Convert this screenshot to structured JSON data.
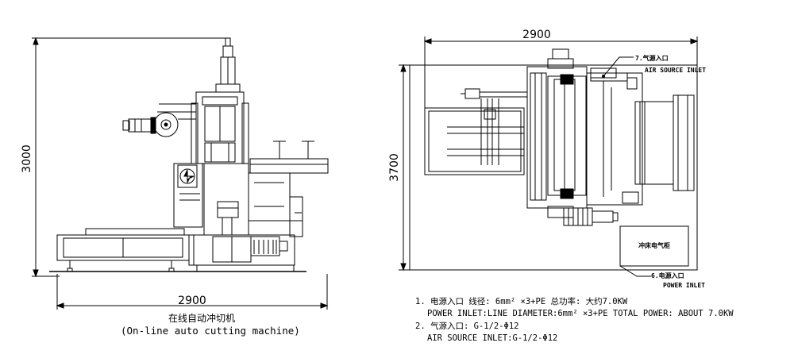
{
  "left_view": {
    "width_dim": "2900",
    "height_dim": "3000",
    "caption_cn": "在线自动冲切机",
    "caption_en": "(On-line auto cutting machine)"
  },
  "right_view": {
    "width_dim": "2900",
    "height_dim": "3700",
    "air_label_cn": "7.气源入口",
    "air_label_en": "AIR SOURCE INLET",
    "cabinet_label": "冲床电气柜",
    "power_label_cn": "6.电源入口",
    "power_label_en": "POWER INLET"
  },
  "notes": {
    "line1": "1. 电源入口   线径: 6mm² ×3+PE 总功率: 大约7.0KW",
    "line2": "POWER INLET:LINE DIAMETER:6mm² ×3+PE TOTAL POWER: ABOUT 7.0KW",
    "line3": "2. 气源入口: G-1/2-Φ12",
    "line4": "AIR SOURCE INLET:G-1/2-Φ12"
  }
}
